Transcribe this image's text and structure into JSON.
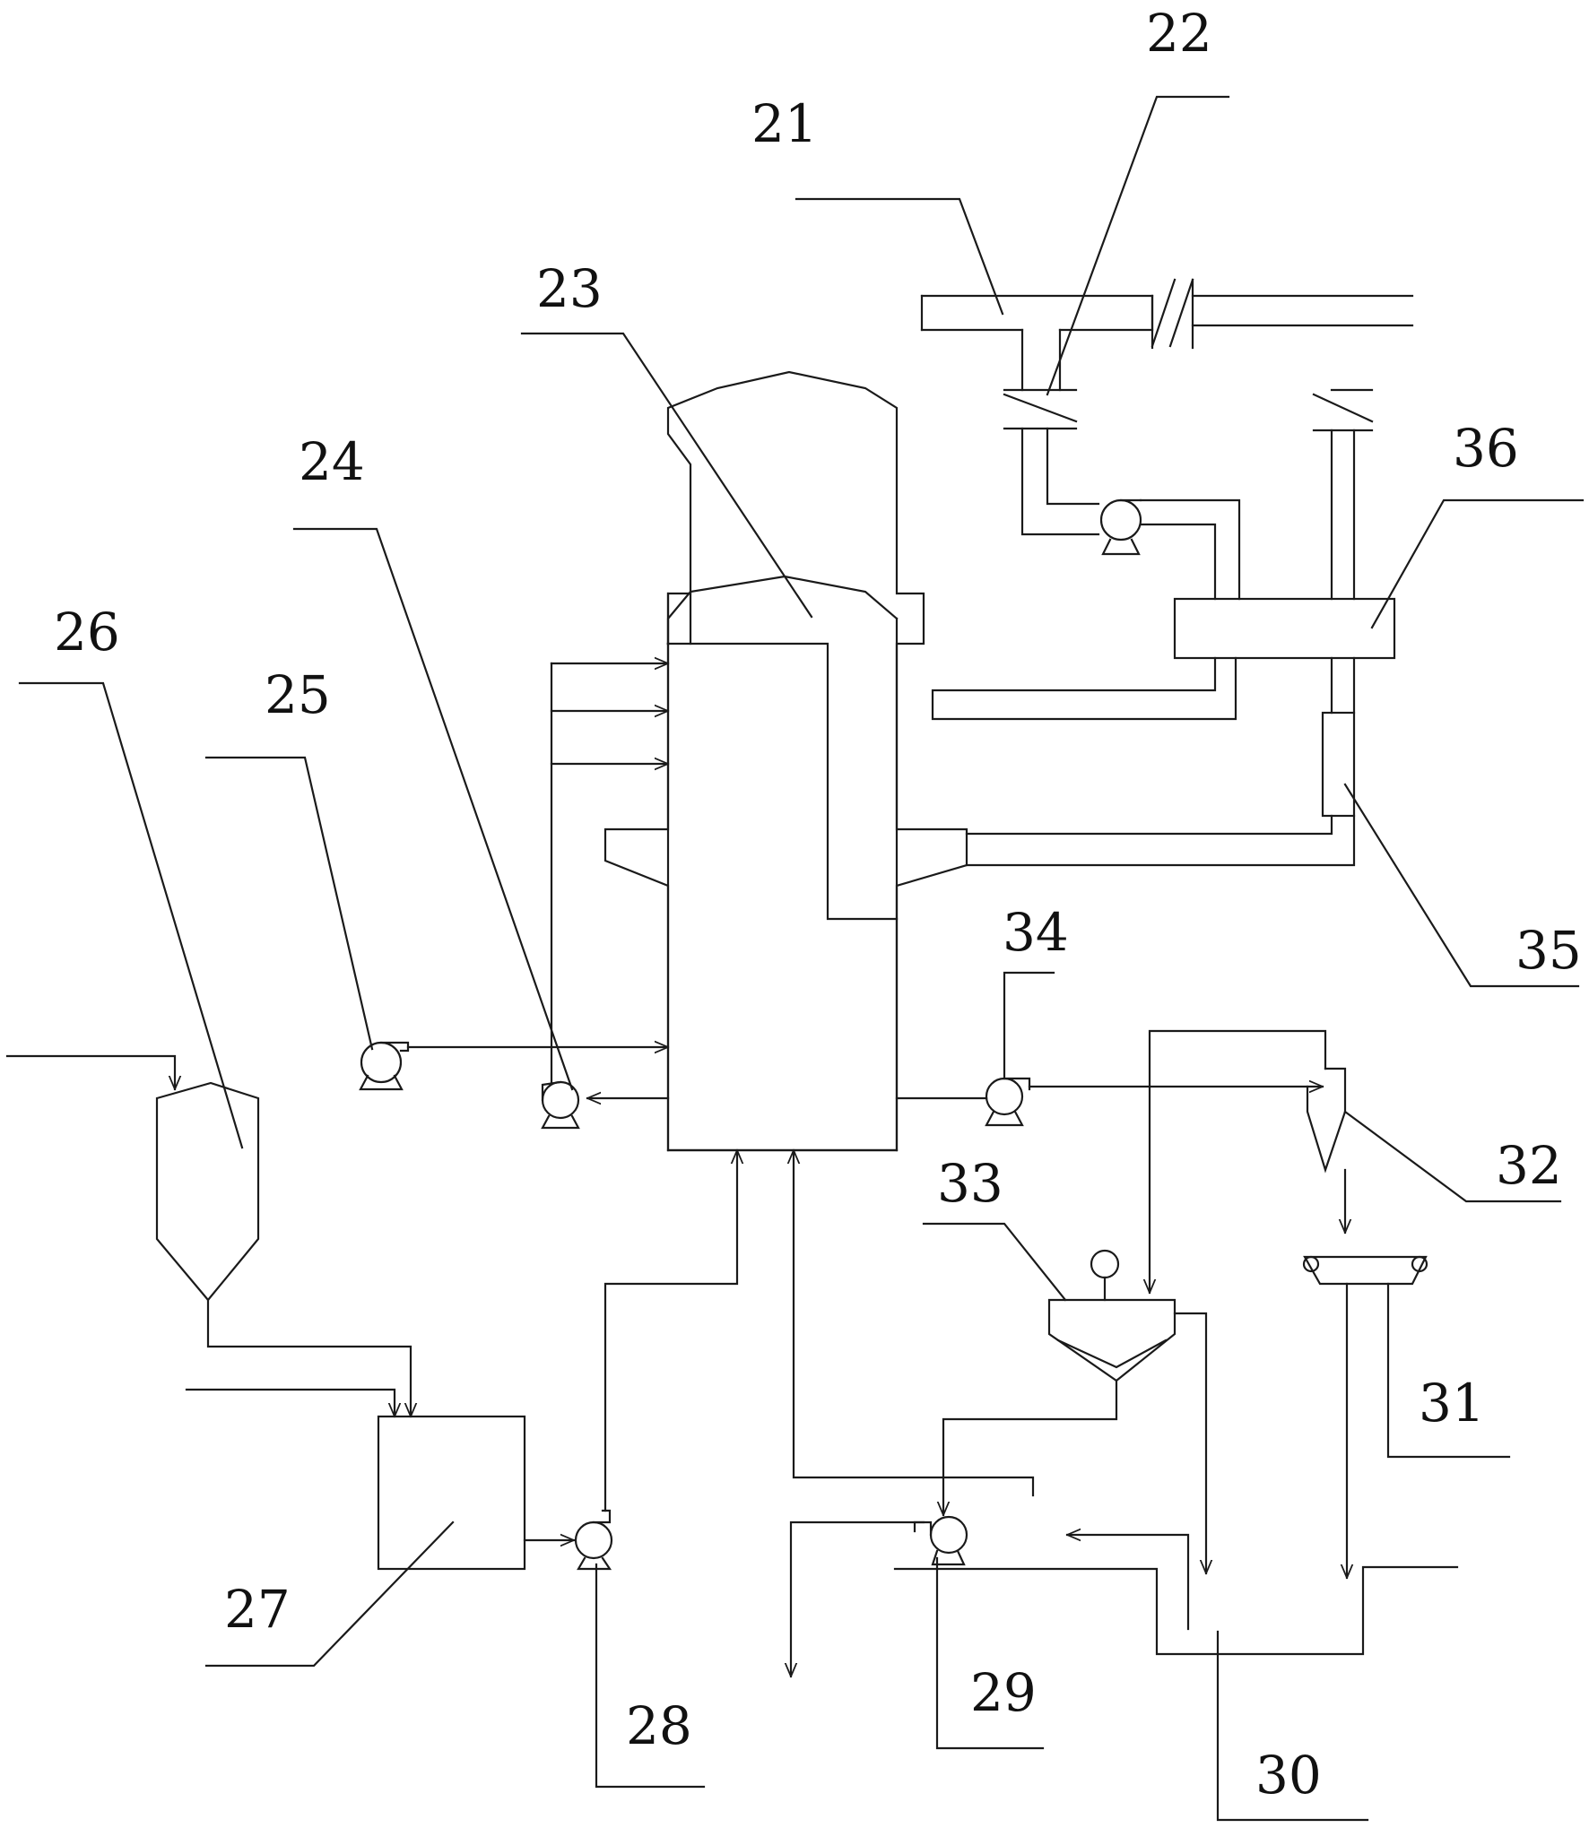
{
  "labels": {
    "l21": "21",
    "l22": "22",
    "l23": "23",
    "l24": "24",
    "l25": "25",
    "l26": "26",
    "l27": "27",
    "l28": "28",
    "l29": "29",
    "l30": "30",
    "l31": "31",
    "l32": "32",
    "l33": "33",
    "l34": "34",
    "l35": "35",
    "l36": "36"
  }
}
